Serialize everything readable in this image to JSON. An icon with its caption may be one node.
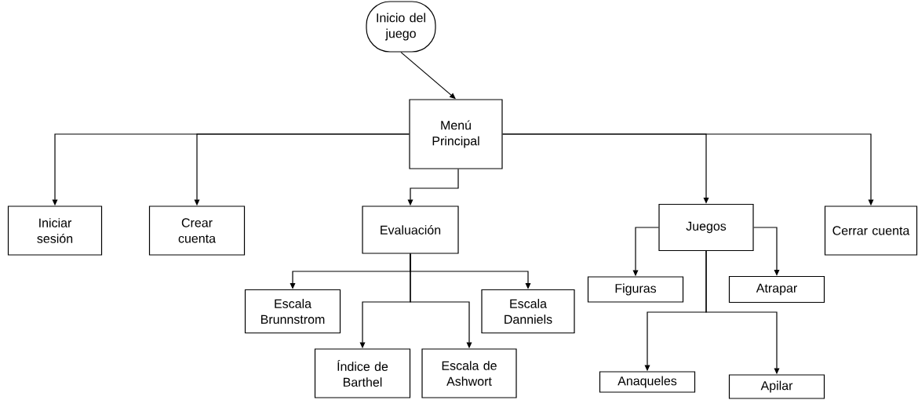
{
  "diagram": {
    "nodes": [
      {
        "text": [
          "Inicio del juego"
        ]
      },
      {
        "text": [
          "Menú Principal"
        ]
      },
      {
        "text": [
          "Iniciar sesión"
        ]
      },
      {
        "text": [
          "Crear cuenta"
        ]
      },
      {
        "text": [
          "Evaluación"
        ]
      },
      {
        "text": [
          "Escala Brunnstrom"
        ]
      },
      {
        "text": [
          "Índice de Barthel"
        ]
      },
      {
        "text": [
          "Escala de Ashwort"
        ]
      },
      {
        "text": [
          "Escala Danniels"
        ]
      },
      {
        "text": [
          "Juegos"
        ]
      },
      {
        "text": [
          "Figuras"
        ]
      },
      {
        "text": [
          "Atrapar"
        ]
      },
      {
        "text": [
          "Anaqueles"
        ]
      },
      {
        "text": [
          "Apilar"
        ]
      },
      {
        "text": [
          "Cerrar cuenta"
        ]
      }
    ],
    "edges": [
      {
        "from": 0,
        "to": 1,
        "arrow": "to"
      },
      {
        "from": 1,
        "to": 2,
        "arrow": "to"
      },
      {
        "from": 1,
        "to": 3,
        "arrow": "to"
      },
      {
        "from": 1,
        "to": 4,
        "arrow": "to"
      },
      {
        "from": 1,
        "to": 9,
        "arrow": "to"
      },
      {
        "from": 1,
        "to": 14,
        "arrow": "to"
      },
      {
        "from": 4,
        "to": 5,
        "arrow": "to"
      },
      {
        "from": 4,
        "to": 8,
        "arrow": "to"
      },
      {
        "from": 4,
        "to": 6,
        "arrow": "to"
      },
      {
        "from": 4,
        "to": 7,
        "arrow": "to"
      },
      {
        "from": 9,
        "to": 10,
        "arrow": "to"
      },
      {
        "from": 9,
        "to": 11,
        "arrow": "to"
      },
      {
        "from": 9,
        "to": 12,
        "arrow": "to"
      },
      {
        "from": 9,
        "to": 13,
        "arrow": "to"
      }
    ]
  }
}
